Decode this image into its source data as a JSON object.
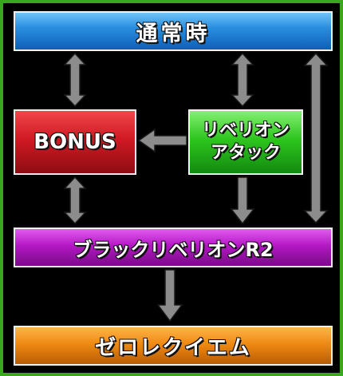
{
  "nodes": {
    "normal": "通常時",
    "bonus": "BONUS",
    "attack_line1": "リベリオン",
    "attack_line2": "アタック",
    "black": "ブラックリベリオンR2",
    "zero": "ゼロレクイエム"
  },
  "colors": {
    "frame_border": "#3aa81f",
    "arrow_fill": "#8c8c8c",
    "normal": "#2a8fe0",
    "bonus": "#d01a23",
    "attack": "#2ec61f",
    "black": "#b417c5",
    "zero": "#ef8a12"
  },
  "edges": [
    {
      "from": "normal",
      "to": "bonus",
      "bidirectional": true
    },
    {
      "from": "normal",
      "to": "attack",
      "bidirectional": true
    },
    {
      "from": "normal",
      "to": "black",
      "bidirectional": true
    },
    {
      "from": "attack",
      "to": "bonus",
      "bidirectional": false
    },
    {
      "from": "bonus",
      "to": "black",
      "bidirectional": true
    },
    {
      "from": "attack",
      "to": "black",
      "bidirectional": false
    },
    {
      "from": "black",
      "to": "zero",
      "bidirectional": false
    }
  ]
}
